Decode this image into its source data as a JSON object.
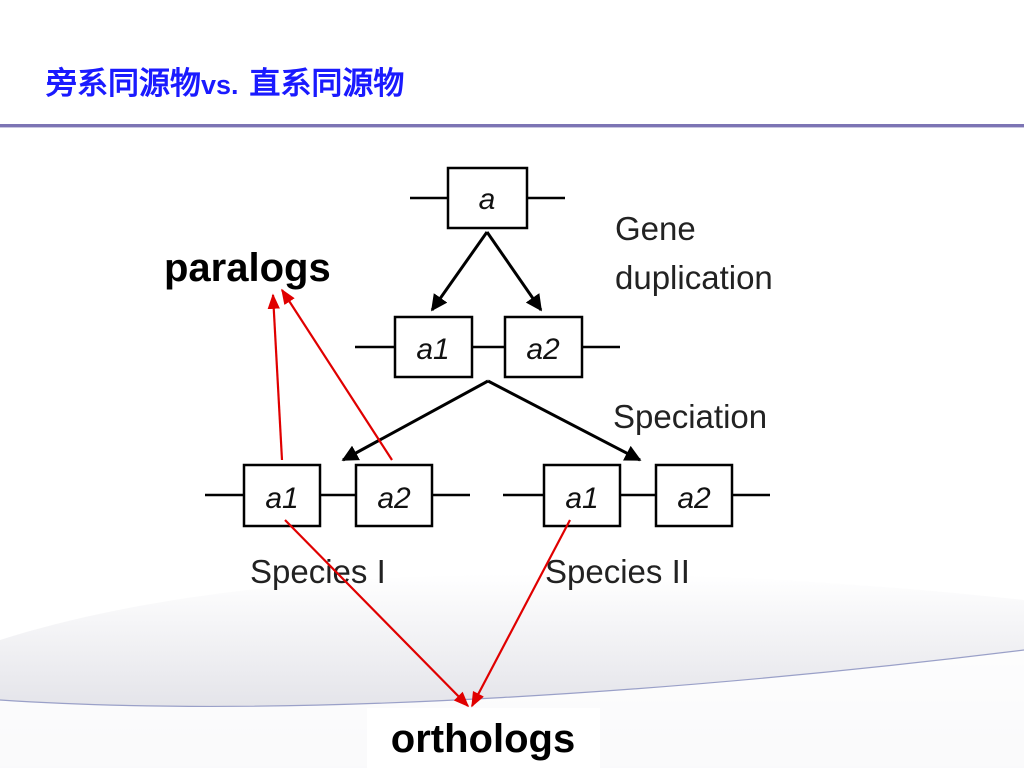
{
  "slide": {
    "title_zh_1": "旁系同源物",
    "title_vs": "vs.",
    "title_zh_2": " 直系同源物"
  },
  "diagram": {
    "root_gene": "a",
    "stage_labels": {
      "gene_duplication_line1": "Gene",
      "gene_duplication_line2": "duplication",
      "speciation": "Speciation"
    },
    "duplicated_genes": [
      "a1",
      "a2"
    ],
    "species": [
      {
        "name": "Species I",
        "genes": [
          "a1",
          "a2"
        ]
      },
      {
        "name": "Species II",
        "genes": [
          "a1",
          "a2"
        ]
      }
    ],
    "annotations": {
      "paralogs": "paralogs",
      "orthologs": "orthologs"
    },
    "colors": {
      "title": "#1a1aff",
      "annotation_arrows": "#e00000",
      "divider": "#7c74b4"
    }
  }
}
